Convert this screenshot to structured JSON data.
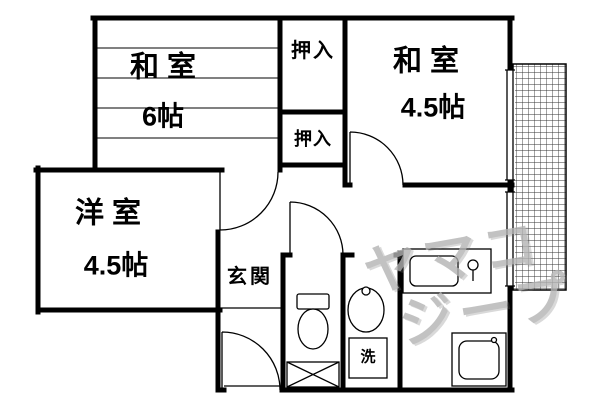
{
  "colors": {
    "wall": "#000000",
    "background": "#ffffff",
    "watermark": "#b3b3b3"
  },
  "floorplan": {
    "rooms": [
      {
        "id": "washitsu6",
        "name": "和室",
        "size": "6帖"
      },
      {
        "id": "washitsu45",
        "name": "和室",
        "size": "4.5帖"
      },
      {
        "id": "youshitsu45",
        "name": "洋室",
        "size": "4.5帖"
      }
    ],
    "labels": {
      "closet_top": "押入",
      "closet_mid": "押入",
      "genkan": "玄関",
      "washer": "洗"
    },
    "fixtures": [
      "toilet-icon",
      "washbasin-icon",
      "washing-machine-icon",
      "kitchen-sink-icon",
      "stove-icon",
      "shoe-cabinet-icon",
      "balcony-hatch"
    ],
    "watermark": {
      "line1": "ヤマコ",
      "line2": "ジープ"
    }
  }
}
